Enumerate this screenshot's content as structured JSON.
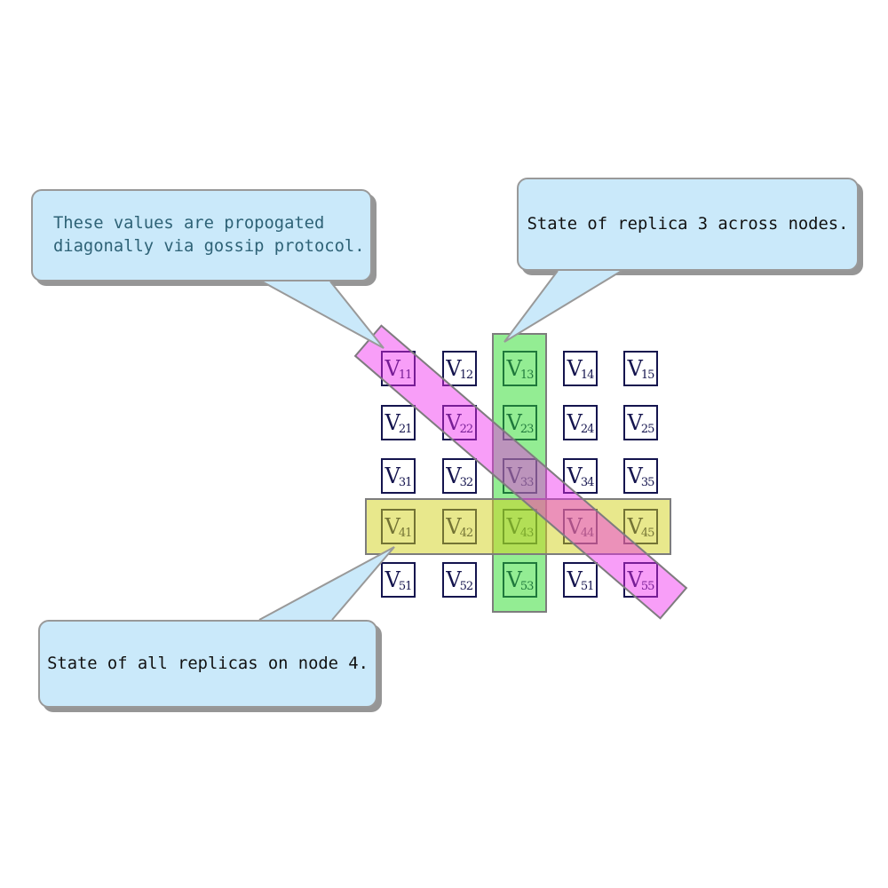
{
  "callouts": {
    "gossip": {
      "line1": "These values are propogated",
      "line2": "diagonally via gossip protocol."
    },
    "replica": {
      "text": "State of replica 3 across nodes."
    },
    "node": {
      "text": "State of all replicas on node 4."
    }
  },
  "matrix": {
    "symbol": "V",
    "rows": 5,
    "cols": 5,
    "cells": [
      [
        "11",
        "12",
        "13",
        "14",
        "15"
      ],
      [
        "21",
        "22",
        "23",
        "24",
        "25"
      ],
      [
        "31",
        "32",
        "33",
        "34",
        "35"
      ],
      [
        "41",
        "42",
        "43",
        "44",
        "45"
      ],
      [
        "51",
        "52",
        "53",
        "51",
        "55"
      ]
    ]
  },
  "highlights": {
    "column": {
      "name": "replica-3-column",
      "covers": [
        "13",
        "23",
        "33",
        "43",
        "53"
      ]
    },
    "row": {
      "name": "node-4-row",
      "covers": [
        "41",
        "42",
        "43",
        "44",
        "45"
      ]
    },
    "diagonal": {
      "name": "gossip-diagonal",
      "covers": [
        "11",
        "22",
        "33",
        "44",
        "55"
      ]
    }
  },
  "colors": {
    "cell_border": "#14144e",
    "cell_text": "#14144e",
    "band_border": "#7d7d7d",
    "green_fill": "#28dc2880",
    "yellow_fill": "#d2d21980",
    "magenta_fill": "#f028f073",
    "callout_bg": "#cae9fa",
    "callout_border": "#999999",
    "callout_shadow": "#969696",
    "gossip_text": "#2e6276",
    "callout_text": "#111111"
  }
}
